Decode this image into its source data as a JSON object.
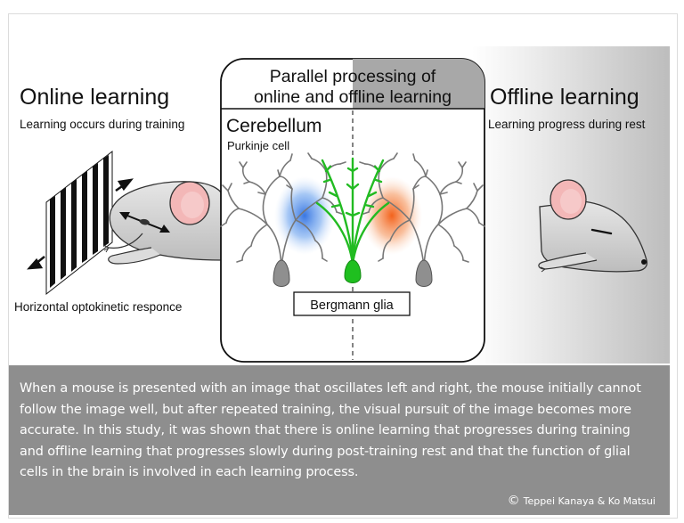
{
  "figure": {
    "online": {
      "title": "Online learning",
      "subtitle": "Learning occurs during training",
      "bottom_label": "Horizontal optokinetic responce"
    },
    "center": {
      "title_line1": "Parallel processing of",
      "title_line2": "online and offline learning",
      "region": "Cerebellum",
      "cell_label": "Purkinje cell",
      "glia_label": "Bergmann glia"
    },
    "offline": {
      "title": "Offline learning",
      "subtitle": "Learning progress during rest"
    },
    "colors": {
      "online_glow": "#4a90e2",
      "offline_glow": "#f07830",
      "glia": "#22bb22",
      "purkinje": "#8a8a8a",
      "caption_bg": "#8e8e8e"
    }
  },
  "caption": {
    "text": "When a mouse is presented with an image that oscillates left and right, the mouse initially cannot follow the image well, but after repeated training, the visual pursuit of the image becomes more accurate. In this study, it was shown that there is online learning that progresses during training and offline learning that progresses slowly during post-training rest and that the function of glial cells in the brain is involved in each learning process.",
    "credit_symbol": "©",
    "credit": "Teppei Kanaya & Ko Matsui"
  }
}
